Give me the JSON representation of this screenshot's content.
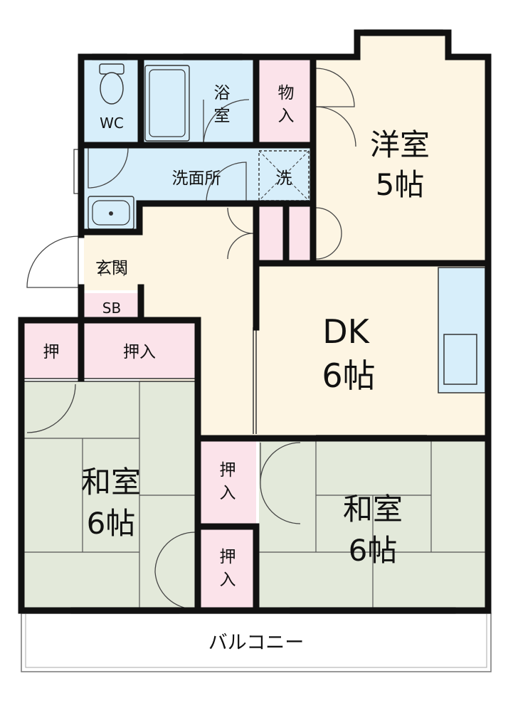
{
  "colors": {
    "western": "#fdf5e3",
    "dk": "#fdf5e3",
    "hall": "#fdf5e3",
    "wet": "#d7eefa",
    "closet": "#fbe3ea",
    "tatami": "#e3e9da",
    "wall": "#111111"
  },
  "rooms": {
    "western": {
      "name": "洋室",
      "size": "5帖"
    },
    "dk": {
      "name": "DK",
      "size": "6帖"
    },
    "japanese_left": {
      "name": "和室",
      "size": "6帖"
    },
    "japanese_right": {
      "name": "和室",
      "size": "6帖"
    },
    "wc": "WC",
    "bath": [
      "浴",
      "室"
    ],
    "washroom": "洗面所",
    "laundry": "洗",
    "storage": [
      "物",
      "入"
    ],
    "entrance": "玄関",
    "shoebox": "SB",
    "closet_small": "押",
    "closet_wide": "押入",
    "closet_mid": [
      "押",
      "入"
    ],
    "closet_low": [
      "押",
      "入"
    ],
    "balcony": "バルコニー"
  }
}
